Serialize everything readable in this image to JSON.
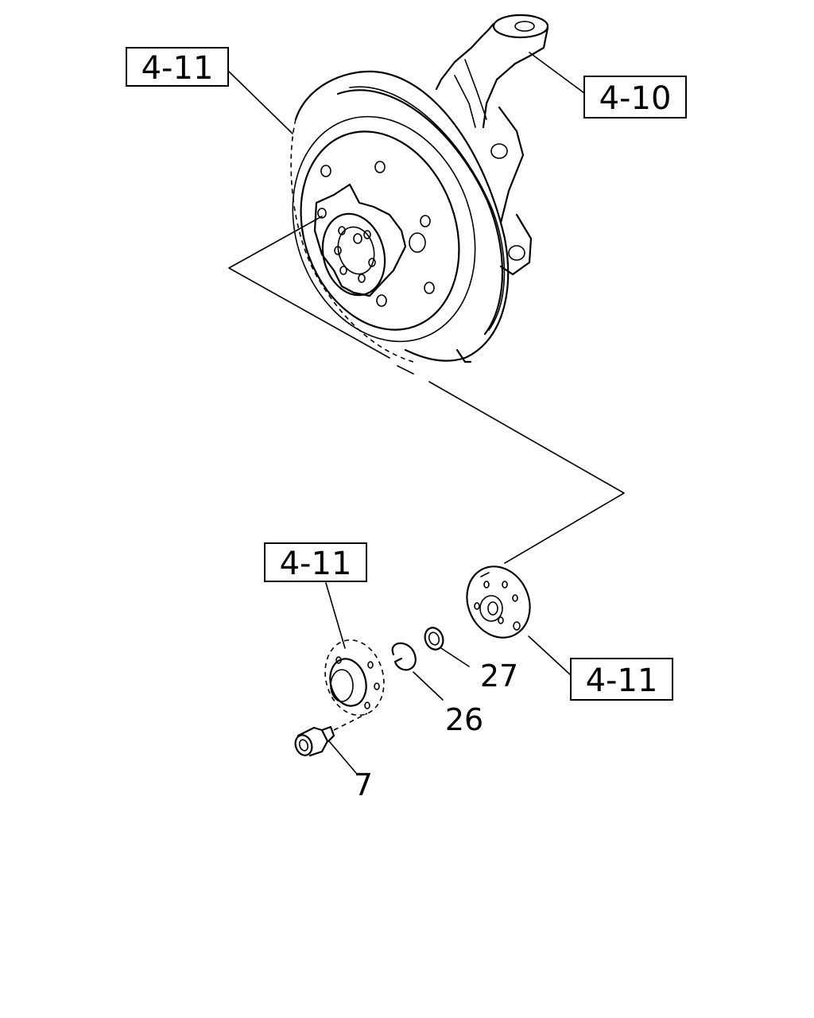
{
  "references": [
    {
      "id": "ref-hub-top",
      "text": "4-11"
    },
    {
      "id": "ref-knuckle",
      "text": "4-10"
    },
    {
      "id": "ref-cap-left",
      "text": "4-11"
    },
    {
      "id": "ref-flange-right",
      "text": "4-11"
    }
  ],
  "parts": [
    {
      "id": "part-7",
      "text": "7"
    },
    {
      "id": "part-26",
      "text": "26"
    },
    {
      "id": "part-27",
      "text": "27"
    }
  ]
}
